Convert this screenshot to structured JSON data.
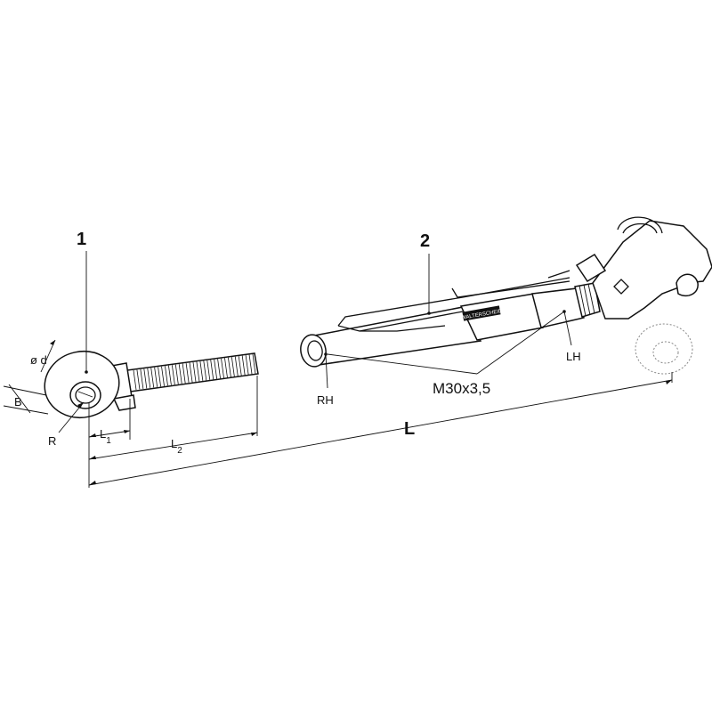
{
  "callouts": {
    "part1": "1",
    "part2": "2"
  },
  "dimensions": {
    "diameter": "ø d",
    "width": "B",
    "radius": "R",
    "l1": "L",
    "l1_sub": "1",
    "l2": "L",
    "l2_sub": "2",
    "total_length": "L"
  },
  "annotations": {
    "right_hand": "RH",
    "left_hand": "LH",
    "thread": "M30x3,5",
    "brand": "WALTERSCHEID"
  }
}
